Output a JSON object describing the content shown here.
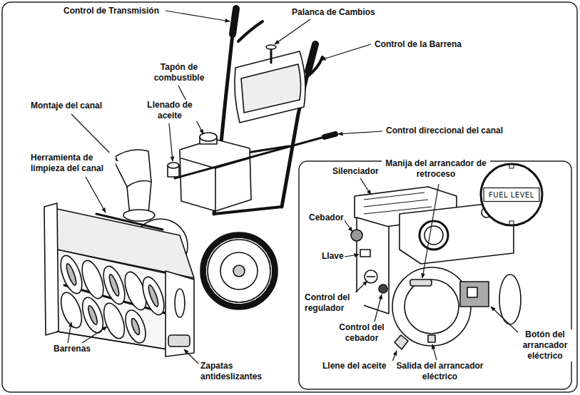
{
  "diagram": {
    "nodes": [
      {
        "text": [
          "Silenciador",
          "Manija del arrancador de retroceso",
          "Cebador",
          "Llave",
          "Control del regulador",
          "Control del cebador",
          "Llene del aceite",
          "Salida del arrancador eléctrico",
          "Botón del arrancador eléctrico"
        ]
      },
      {
        "text": [
          "FUEL LEVEL"
        ],
        "in": 0
      }
    ],
    "labels": [
      "Control de Transmisión",
      "Palanca de Cambios",
      "Control de la Barrena",
      "Tapón de combustible",
      "Llenado de aceite",
      "Montaje del canal",
      "Control direccional del canal",
      "Herramienta de limpieza del canal",
      "Barrenas",
      "Zapatas antideslizantes"
    ]
  }
}
